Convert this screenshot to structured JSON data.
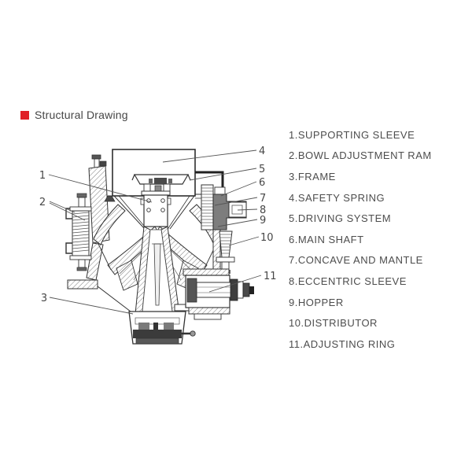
{
  "header": {
    "title": "Structural Drawing",
    "accent_color": "#e01f26"
  },
  "parts_list": {
    "items": [
      "1.SUPPORTING SLEEVE",
      "2.BOWL ADJUSTMENT RAM",
      "3.FRAME",
      "4.SAFETY SPRING",
      "5.DRIVING SYSTEM",
      "6.MAIN SHAFT",
      "7.CONCAVE AND MANTLE",
      "8.ECCENTRIC SLEEVE",
      "9.HOPPER",
      "10.DISTRIBUTOR",
      "11.ADJUSTING RING"
    ]
  },
  "diagram": {
    "type": "technical-cross-section",
    "subject": "cone crusher structural drawing",
    "line_color": "#333333",
    "callouts": [
      "1",
      "2",
      "3",
      "4",
      "5",
      "6",
      "7",
      "8",
      "9",
      "10",
      "11"
    ]
  }
}
